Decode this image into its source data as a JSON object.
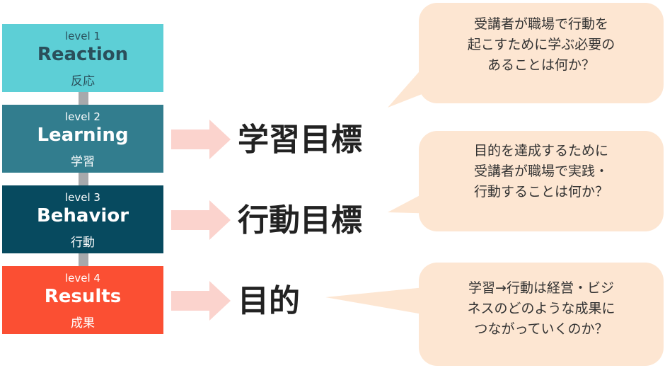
{
  "levels": [
    {
      "level": "level 1",
      "name": "Reaction",
      "name_ja": "反応",
      "color": "#5dcfd6"
    },
    {
      "level": "level 2",
      "name": "Learning",
      "name_ja": "学習",
      "color": "#327d8e"
    },
    {
      "level": "level 3",
      "name": "Behavior",
      "name_ja": "行動",
      "color": "#074a5f"
    },
    {
      "level": "level 4",
      "name": "Results",
      "name_ja": "成果",
      "color": "#fb4f33"
    }
  ],
  "goals": {
    "learning": "学習目標",
    "behavior": "行動目標",
    "results": "目的"
  },
  "bubbles": [
    {
      "lines": [
        "受講者が職場で行動を",
        "起こすために学ぶ必要の",
        "あることは何か？"
      ]
    },
    {
      "lines": [
        "目的を達成するために",
        "受講者が職場で実践・",
        "行動することは何か？"
      ]
    },
    {
      "lines": [
        "学習→行動は経営・ビジ",
        "ネスのどのような成果に",
        "つながっていくのか？"
      ]
    }
  ],
  "colors": {
    "arrow": "#fbd3cd",
    "bubble": "#fde6d2",
    "connector": "#a7a9ac"
  }
}
